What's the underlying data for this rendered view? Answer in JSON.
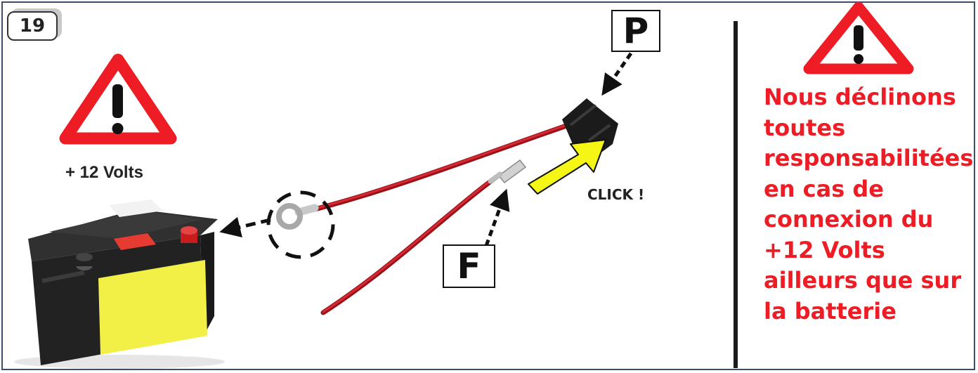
{
  "step": {
    "number": "19"
  },
  "labels": {
    "p": "P",
    "f": "F"
  },
  "voltage_label": "+ 12 Volts",
  "click_label": "CLICK !",
  "disclaimer": {
    "lines": [
      "Nous déclinons",
      "toutes",
      "responsabilitées",
      "en cas de",
      "connexion du",
      "+12 Volts",
      "ailleurs que sur",
      "la batterie"
    ]
  },
  "icons": [
    "warning-icon",
    "battery-illustration",
    "fuse-holder-illustration",
    "ring-terminal-illustration",
    "spade-terminal-illustration"
  ],
  "colors": {
    "warning": "#ee1c24",
    "wire": "#b3121c",
    "arrow_yellow": "#f5f516",
    "battery_label": "#f2f046",
    "frame": "#3a4f6e"
  }
}
